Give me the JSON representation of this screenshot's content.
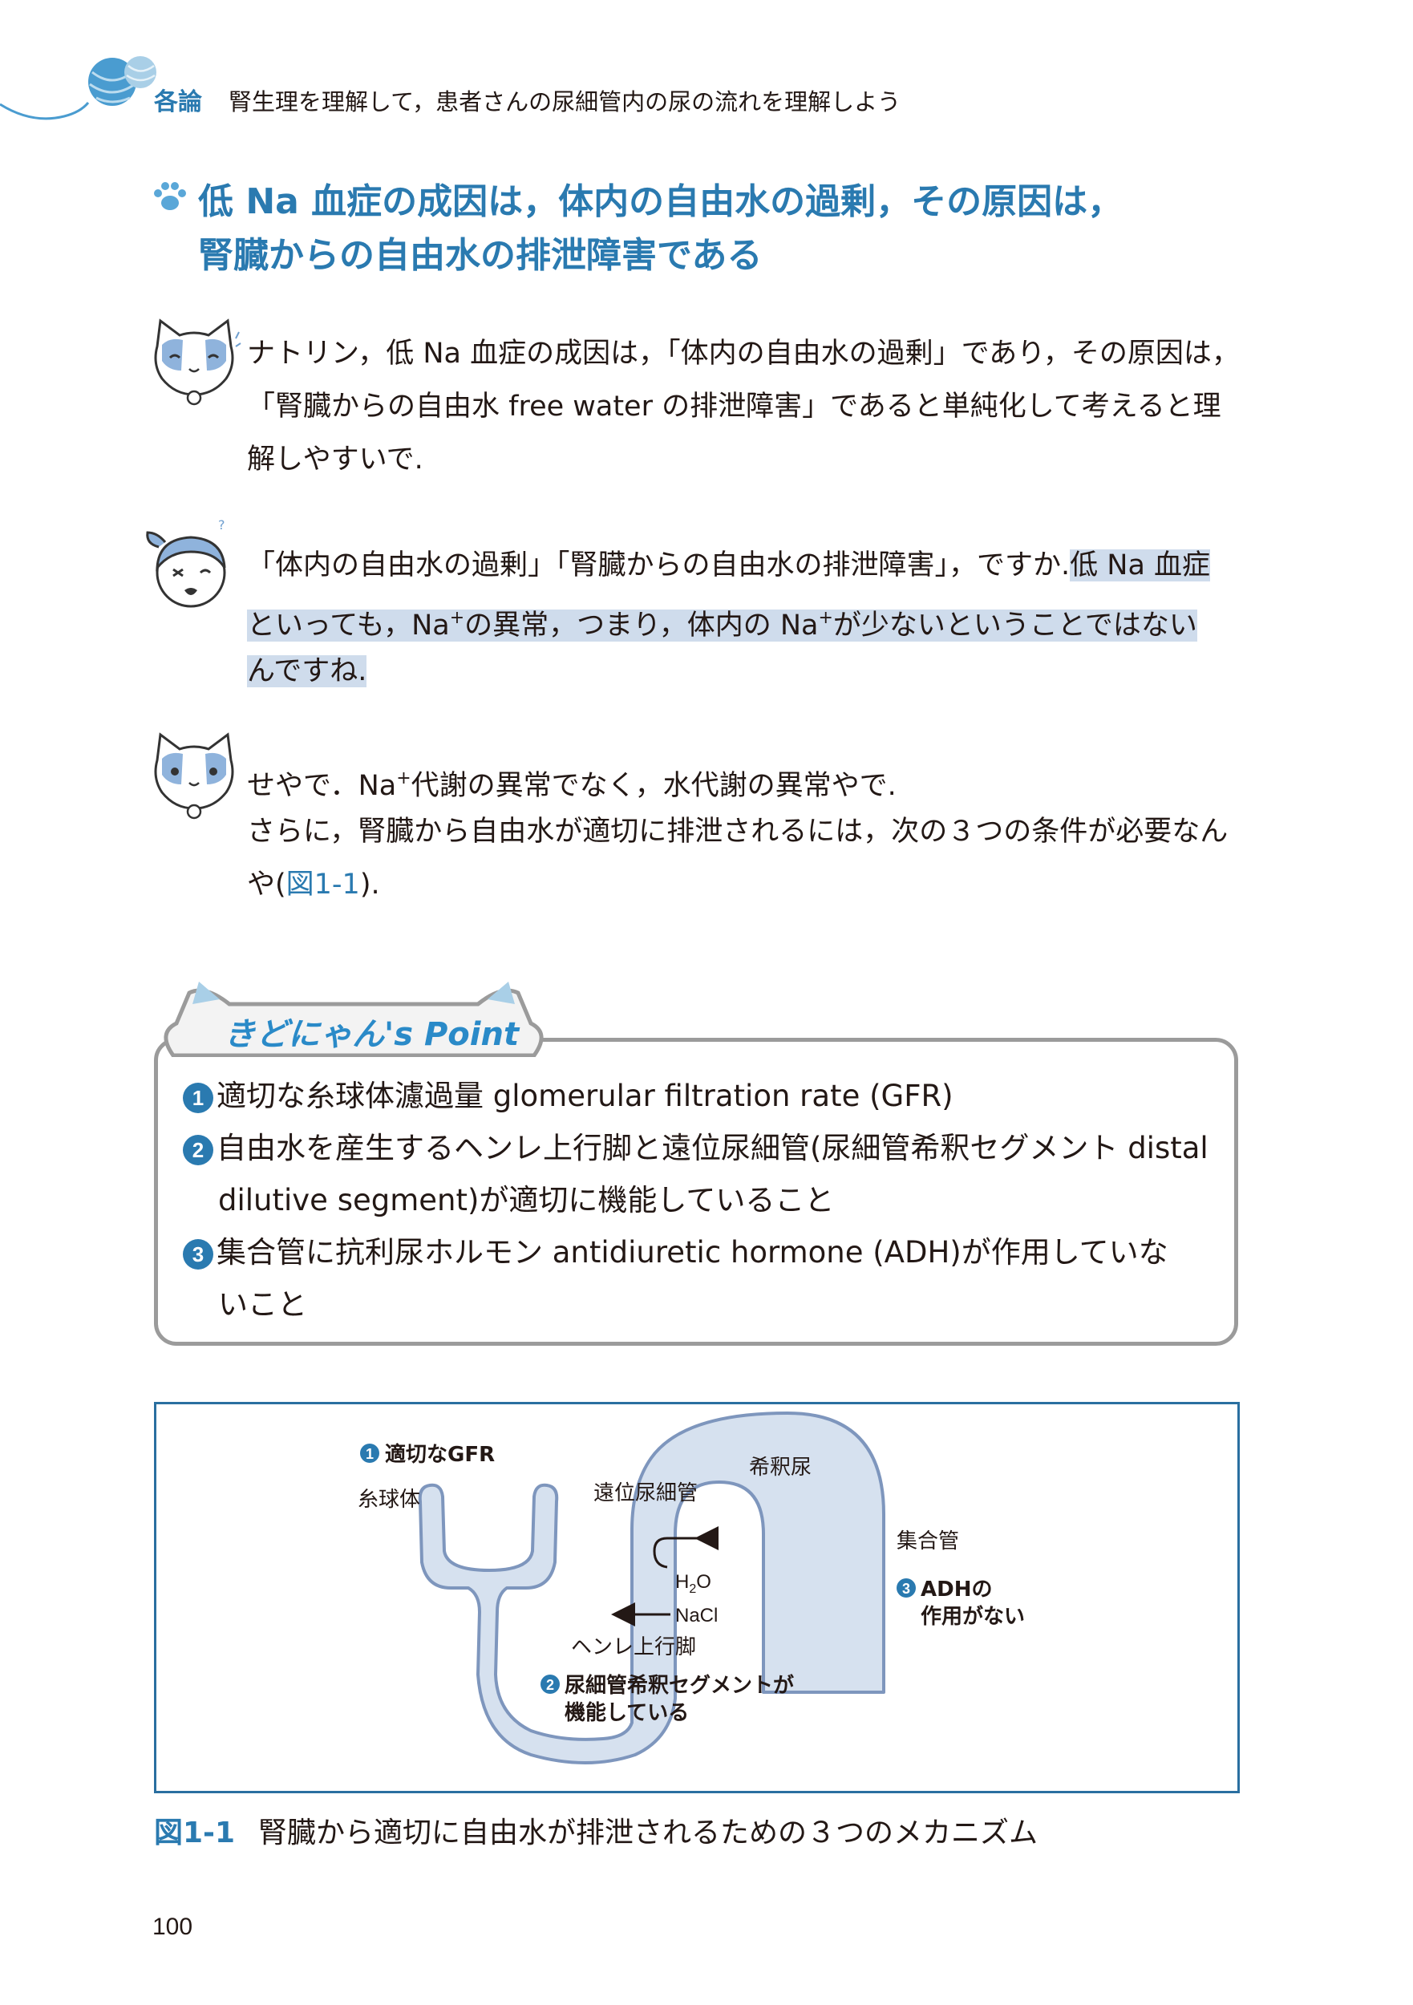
{
  "header": {
    "section": "各論",
    "title": "腎生理を理解して，患者さんの尿細管内の尿の流れを理解しよう"
  },
  "section_title": {
    "line1": "低 Na 血症の成因は，体内の自由水の過剰，その原因は，",
    "line2": "腎臓からの自由水の排泄障害である"
  },
  "dialog1": {
    "line1": "ナトリン，低 Na 血症の成因は，「体内の自由水の過剰」であり，その原因は，",
    "line2": "「腎臓からの自由水 free water の排泄障害」であると単純化して考えると理",
    "line3": "解しやすいで."
  },
  "dialog2": {
    "line1_plain": "「体内の自由水の過剰」「腎臓からの自由水の排泄障害」，ですか.",
    "line1_hl": "低 Na 血症",
    "line2_a": "といっても，Na",
    "line2_sup": "+",
    "line2_b": "の異常，つまり，体内の Na",
    "line2_sup2": "+",
    "line2_c": "が少ないということではない",
    "line3": "んですね."
  },
  "dialog3": {
    "line1_a": "せやで．Na",
    "line1_sup": "+",
    "line1_b": "代謝の異常でなく，水代謝の異常やで.",
    "line2": "さらに，腎臓から自由水が適切に排泄されるには，次の３つの条件が必要なん",
    "line3_a": "や(",
    "line3_ref": "図1-1",
    "line3_b": ")."
  },
  "point": {
    "title": "きどにゃん's Point",
    "items": [
      {
        "num": "1",
        "line1": "適切な糸球体濾過量 glomerular filtration rate (GFR)"
      },
      {
        "num": "2",
        "line1": "自由水を産生するヘンレ上行脚と遠位尿細管(尿細管希釈セグメント distal",
        "line2": "dilutive segment)が適切に機能していること"
      },
      {
        "num": "3",
        "line1": "集合管に抗利尿ホルモン antidiuretic hormone (ADH)が作用していな",
        "line2": "いこと"
      }
    ]
  },
  "figure": {
    "label_gfr_num": "1",
    "label_gfr": "適切なGFR",
    "label_glomerulus": "糸球体",
    "label_distal": "遠位尿細管",
    "label_dilute": "希釈尿",
    "label_collecting": "集合管",
    "label_h2o": "H",
    "label_h2o_sub": "2",
    "label_h2o_end": "O",
    "label_nacl": "NaCl",
    "label_henle": "ヘンレ上行脚",
    "label_adh_num": "3",
    "label_adh_1": "ADHの",
    "label_adh_2": "作用がない",
    "label_seg_num": "2",
    "label_seg_1": "尿細管希釈セグメントが",
    "label_seg_2": "機能している",
    "tubule_color": "#d6e1ef",
    "outline_color": "#7e96bd"
  },
  "caption": {
    "number": "図1-1",
    "text": "腎臓から適切に自由水が排泄されるための３つのメカニズム"
  },
  "page_number": "100",
  "colors": {
    "accent": "#2a7ab0",
    "highlight": "#cfdcec",
    "box_border": "#9b9b9b"
  },
  "icons": [
    "yarn-ball-icon",
    "paw-icon",
    "cat-face-icon",
    "girl-face-icon",
    "cat-ears-icon"
  ]
}
